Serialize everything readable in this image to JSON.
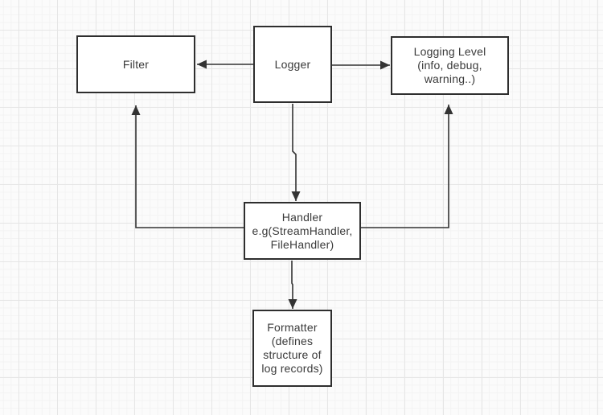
{
  "diagram": {
    "nodes": {
      "filter": {
        "label": "Filter"
      },
      "logger": {
        "label": "Logger"
      },
      "logging_level": {
        "label": "Logging Level\n(info, debug,\nwarning..)"
      },
      "handler": {
        "label": "Handler\ne.g(StreamHandler,\nFileHandler)"
      },
      "formatter": {
        "label": "Formatter\n(defines\nstructure of\nlog records)"
      }
    },
    "edges": [
      {
        "from": "logger",
        "to": "filter"
      },
      {
        "from": "logger",
        "to": "logging_level"
      },
      {
        "from": "logger",
        "to": "handler"
      },
      {
        "from": "handler",
        "to": "filter"
      },
      {
        "from": "handler",
        "to": "logging_level"
      },
      {
        "from": "handler",
        "to": "formatter"
      }
    ],
    "colors": {
      "box_border": "#2e2e2e",
      "box_fill": "#ffffff",
      "text": "#3a3a3a",
      "connector": "#333333",
      "canvas_bg": "#fbfbfb",
      "grid_minor": "#f3f3f3",
      "grid_major": "#e6e6e6"
    }
  }
}
